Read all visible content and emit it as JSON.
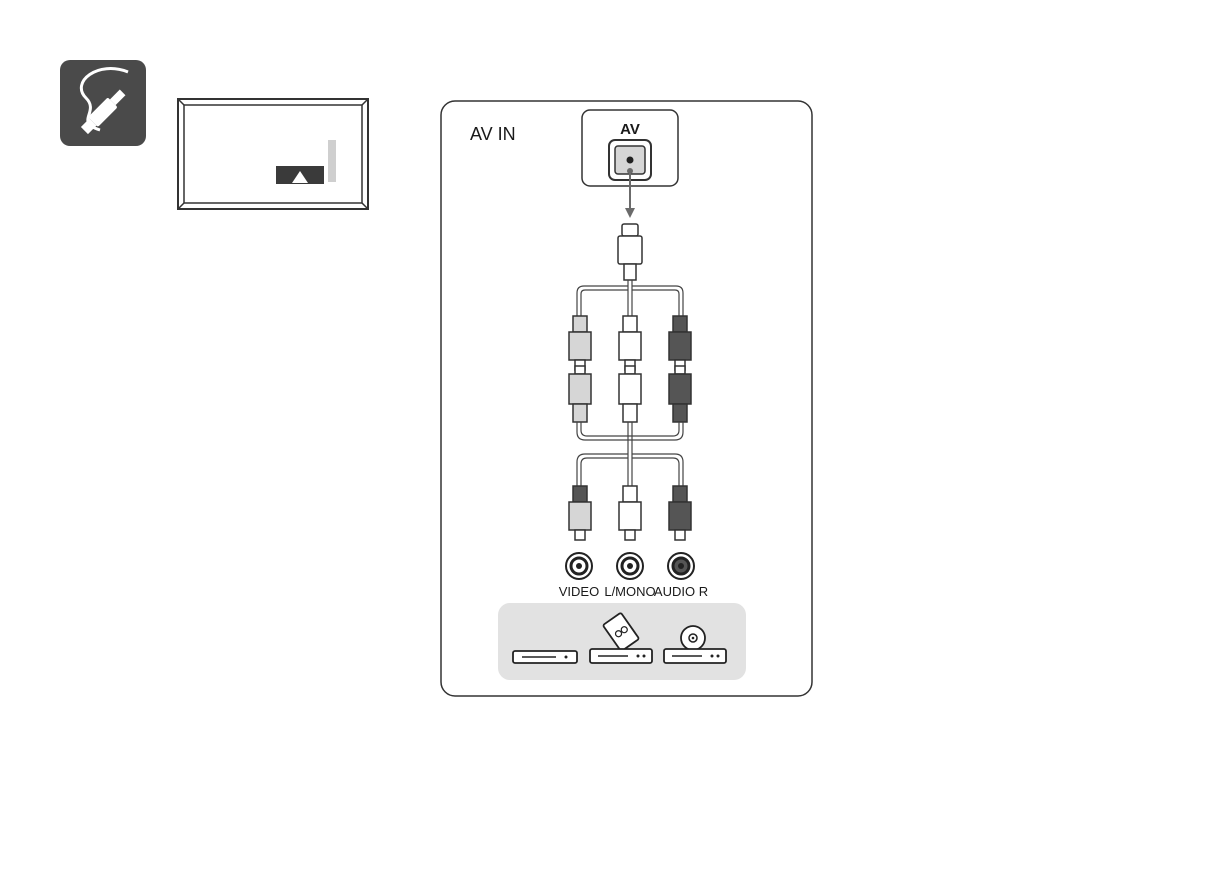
{
  "badge": {
    "icon": "cable-plug-icon"
  },
  "panel": {
    "section_label": "AV IN",
    "port_label": "AV",
    "jacks": [
      "VIDEO",
      "L/MONO",
      "AUDIO R"
    ],
    "devices": [
      "blu-ray-player-icon",
      "vcr-player-icon",
      "dvd-player-icon"
    ]
  },
  "colors": {
    "badge": "#4a4a4a",
    "video_plug": "#d6d6d6",
    "mono_plug": "#ffffff",
    "audio_r_plug": "#555555",
    "device_tray": "#e2e2e2",
    "arrow": "#6b6b6b"
  }
}
